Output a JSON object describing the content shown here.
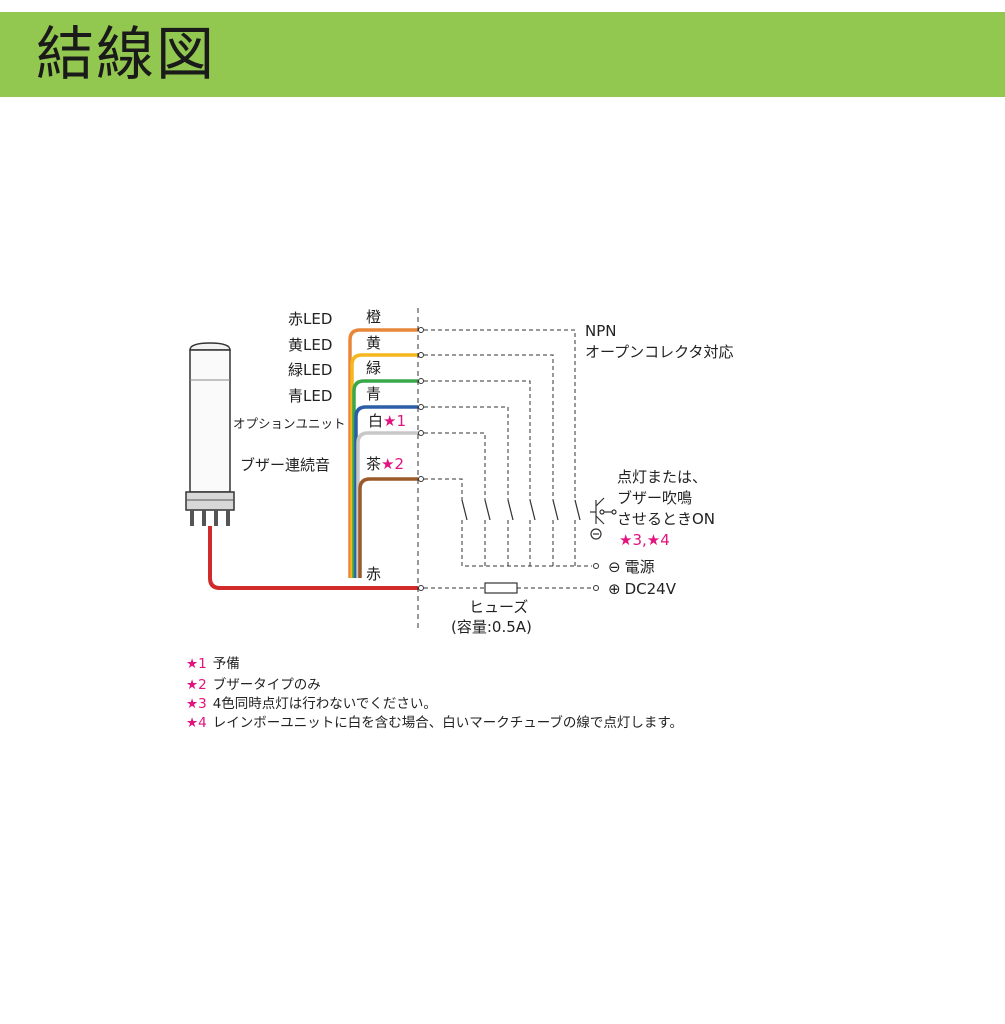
{
  "header": {
    "title": "結線図"
  },
  "diagram": {
    "wires": [
      {
        "function_label": "赤LED",
        "color_label": "橙",
        "color": "#e8873a"
      },
      {
        "function_label": "黄LED",
        "color_label": "黄",
        "color": "#f5b61e"
      },
      {
        "function_label": "緑LED",
        "color_label": "緑",
        "color": "#3aa84a"
      },
      {
        "function_label": "青LED",
        "color_label": "青",
        "color": "#2a5fa8"
      },
      {
        "function_label": "オプションユニット",
        "color_label": "白",
        "color_star": "★1",
        "color": "#c8c8c8"
      },
      {
        "function_label": "ブザー連続音",
        "color_label": "茶",
        "color_star": "★2",
        "color": "#9a5a2a"
      }
    ],
    "common_wire": {
      "color_label": "赤",
      "color": "#d02a2a"
    },
    "npn_label": {
      "line1": "NPN",
      "line2": "オープンコレクタ対応"
    },
    "switch_note": {
      "line1": "点灯または、",
      "line2": "ブザー吹鳴",
      "line3": "させるときON",
      "stars": "★3,★4"
    },
    "power_minus": {
      "symbol": "⊖",
      "label": "電源"
    },
    "power_plus": {
      "symbol": "⊕",
      "label": "DC24V"
    },
    "fuse": {
      "line1": "ヒューズ",
      "line2": "(容量:0.5A)"
    }
  },
  "notes": [
    {
      "mark": "★1",
      "text": "予備"
    },
    {
      "mark": "★2",
      "text": "ブザータイプのみ"
    },
    {
      "mark": "★3",
      "text": "4色同時点灯は行わないでください。"
    },
    {
      "mark": "★4",
      "text": "レインボーユニットに白を含む場合、白いマークチューブの線で点灯します。"
    }
  ],
  "colors": {
    "header_bg": "#92c84f",
    "star": "#e2127e"
  }
}
